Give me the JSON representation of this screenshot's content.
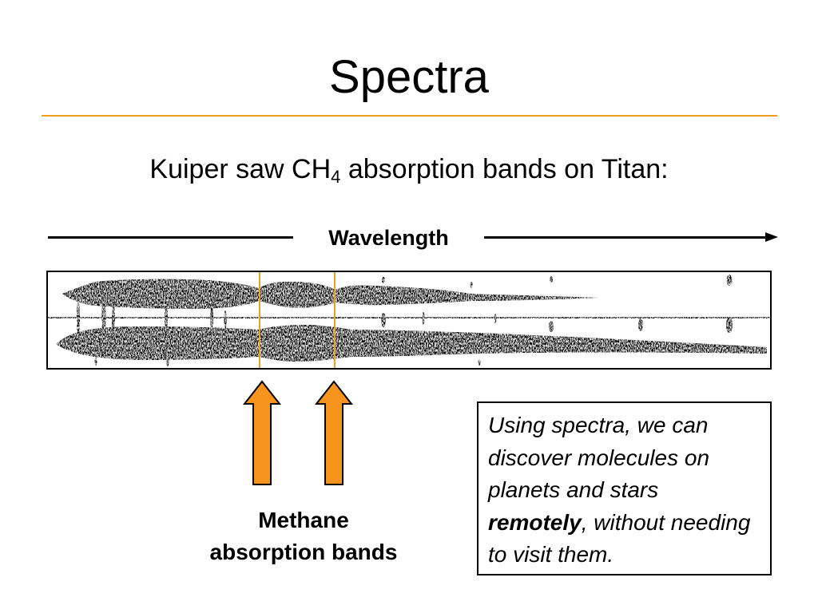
{
  "slide": {
    "title": "Spectra",
    "subtitle": {
      "before": "Kuiper saw CH",
      "subscript": "4",
      "after": " absorption bands on Titan:"
    },
    "axis_label": "Wavelength",
    "bands_label_line1": "Methane",
    "bands_label_line2": "absorption bands",
    "note": {
      "part1": "Using spectra, we can discover molecules on planets and stars ",
      "emphasis": "remotely",
      "part2": ", without needing to visit them."
    }
  },
  "colors": {
    "accent_rule": "#f0a020",
    "arrow_fill": "#f7941d",
    "band_marker": "#f0a020"
  }
}
